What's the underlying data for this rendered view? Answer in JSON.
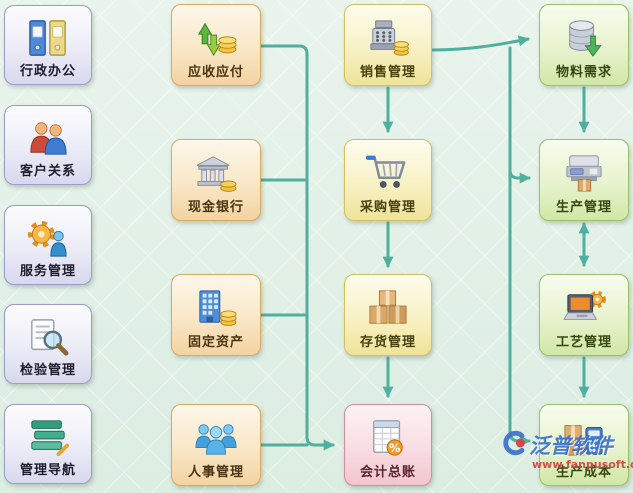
{
  "sidebar": {
    "items": [
      {
        "label": "行政办公",
        "icon": "binders-icon"
      },
      {
        "label": "客户关系",
        "icon": "customers-icon"
      },
      {
        "label": "服务管理",
        "icon": "service-gear-icon"
      },
      {
        "label": "检验管理",
        "icon": "inspection-magnifier-icon"
      },
      {
        "label": "管理导航",
        "icon": "navigation-boards-icon"
      }
    ]
  },
  "flowchart": {
    "finance_column": [
      {
        "label": "应收应付",
        "icon": "receivable-payable-icon"
      },
      {
        "label": "现金银行",
        "icon": "cash-bank-icon"
      },
      {
        "label": "固定资产",
        "icon": "fixed-assets-icon"
      },
      {
        "label": "人事管理",
        "icon": "hr-people-icon"
      }
    ],
    "business_column": [
      {
        "label": "销售管理",
        "icon": "cash-register-icon"
      },
      {
        "label": "采购管理",
        "icon": "shopping-cart-icon"
      },
      {
        "label": "存货管理",
        "icon": "inventory-boxes-icon"
      },
      {
        "label": "会计总账",
        "icon": "ledger-percent-icon"
      }
    ],
    "production_column": [
      {
        "label": "物料需求",
        "icon": "material-database-icon"
      },
      {
        "label": "生产管理",
        "icon": "production-machine-icon"
      },
      {
        "label": "工艺管理",
        "icon": "process-laptop-icon"
      },
      {
        "label": "生产成本",
        "icon": "cost-calculator-icon"
      }
    ]
  },
  "watermark": {
    "brand": "泛普软件",
    "url": "www.fanpusoft.com"
  },
  "colors": {
    "arrow": "#4fb0a0",
    "background": "#e4f1e8"
  }
}
